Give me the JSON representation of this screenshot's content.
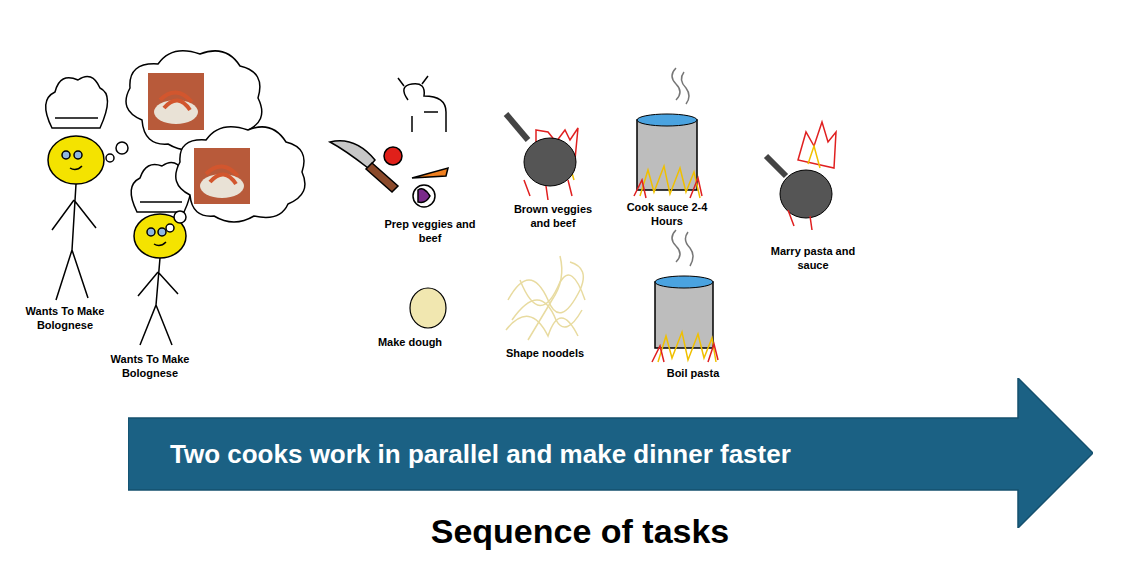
{
  "diagram": {
    "caption": "Sequence of tasks",
    "nodes": [
      {
        "text": [
          "Two cooks work in parallel and make dinner faster"
        ]
      }
    ],
    "labels": [
      "Wants To Make Bolognese",
      "Wants To Make Bolognese",
      "Prep veggies and beef",
      "Brown veggies and beef",
      "Cook sauce 2-4 Hours",
      "Marry pasta and sauce",
      "Make dough",
      "Shape noodels",
      "Boil pasta"
    ]
  }
}
